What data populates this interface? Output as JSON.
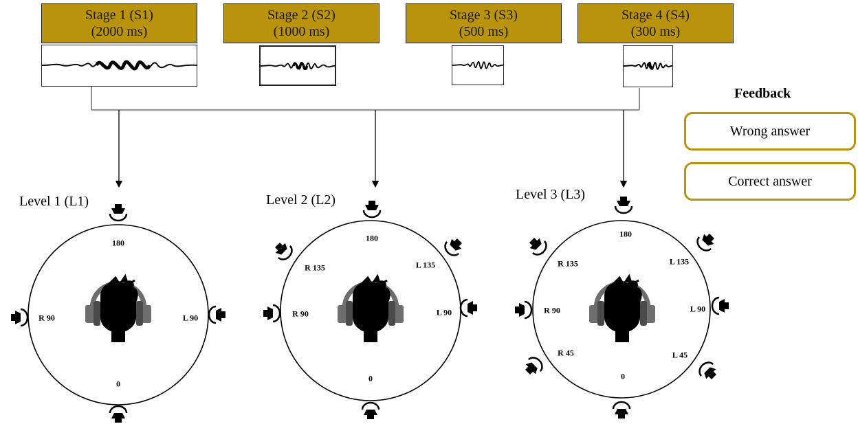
{
  "stages": [
    {
      "title": "Stage 1 (S1)",
      "duration": "(2000 ms)"
    },
    {
      "title": "Stage 2 (S2)",
      "duration": "(1000 ms)"
    },
    {
      "title": "Stage 3 (S3)",
      "duration": "(500 ms)"
    },
    {
      "title": "Stage 4 (S4)",
      "duration": "(300 ms)"
    }
  ],
  "levels": [
    {
      "title": "Level 1 (L1)",
      "labels": {
        "top": "180",
        "right_90": "R 90",
        "left_90": "L 90",
        "bottom": "0"
      }
    },
    {
      "title": "Level 2 (L2)",
      "labels": {
        "top": "180",
        "r135": "R 135",
        "l135": "L 135",
        "right_90": "R 90",
        "left_90": "L 90",
        "bottom": "0"
      }
    },
    {
      "title": "Level 3 (L3)",
      "labels": {
        "top": "180",
        "r135": "R 135",
        "l135": "L 135",
        "right_90": "R 90",
        "left_90": "L 90",
        "r45": "R 45",
        "l45": "L 45",
        "bottom": "0"
      }
    }
  ],
  "feedback": {
    "title": "Feedback",
    "wrong": "Wrong answer",
    "correct": "Correct answer"
  },
  "colors": {
    "accent": "#b8930b",
    "headphones": "#6e6e6e",
    "silhouette": "#000000"
  },
  "icons": {
    "speaker": "speaker-icon",
    "listener": "listener-headphones-icon"
  }
}
